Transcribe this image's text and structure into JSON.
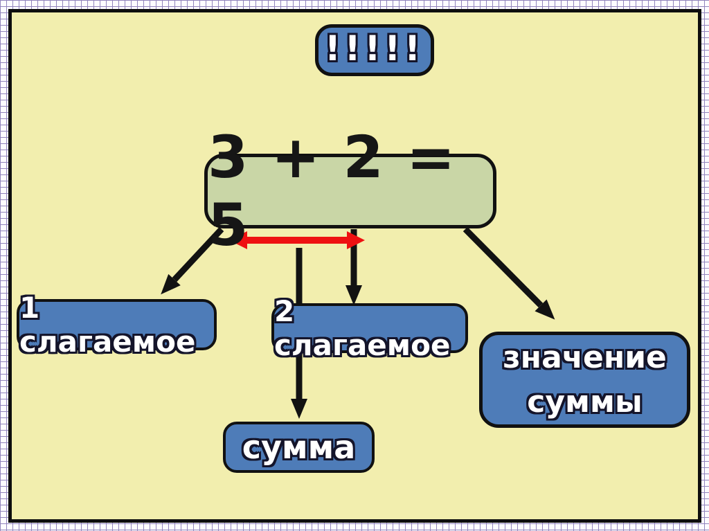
{
  "slide": {
    "alert": {
      "label": "!!!!!"
    },
    "equation": {
      "label": "3 + 2 = 5"
    },
    "boxes": {
      "addend1": {
        "label": "1 слагаемое"
      },
      "addend2": {
        "label": "2 слагаемое"
      },
      "sum": {
        "label": "сумма"
      },
      "sum_value": {
        "line1": "значение",
        "line2": "суммы"
      }
    }
  },
  "colors": {
    "page_grid_line": "#9184bc",
    "page_grid_bg": "#fdfcff",
    "panel_bg": "#f2eeae",
    "panel_border": "#0e0e0e",
    "box_blue": "#4e7cb8",
    "box_green": "#c9d6a6",
    "box_border": "#111111",
    "text_dark": "#161616",
    "text_white": "#ffffff",
    "text_outline": "#14142a",
    "arrow_black": "#121212",
    "arrow_red": "#ee1111"
  }
}
